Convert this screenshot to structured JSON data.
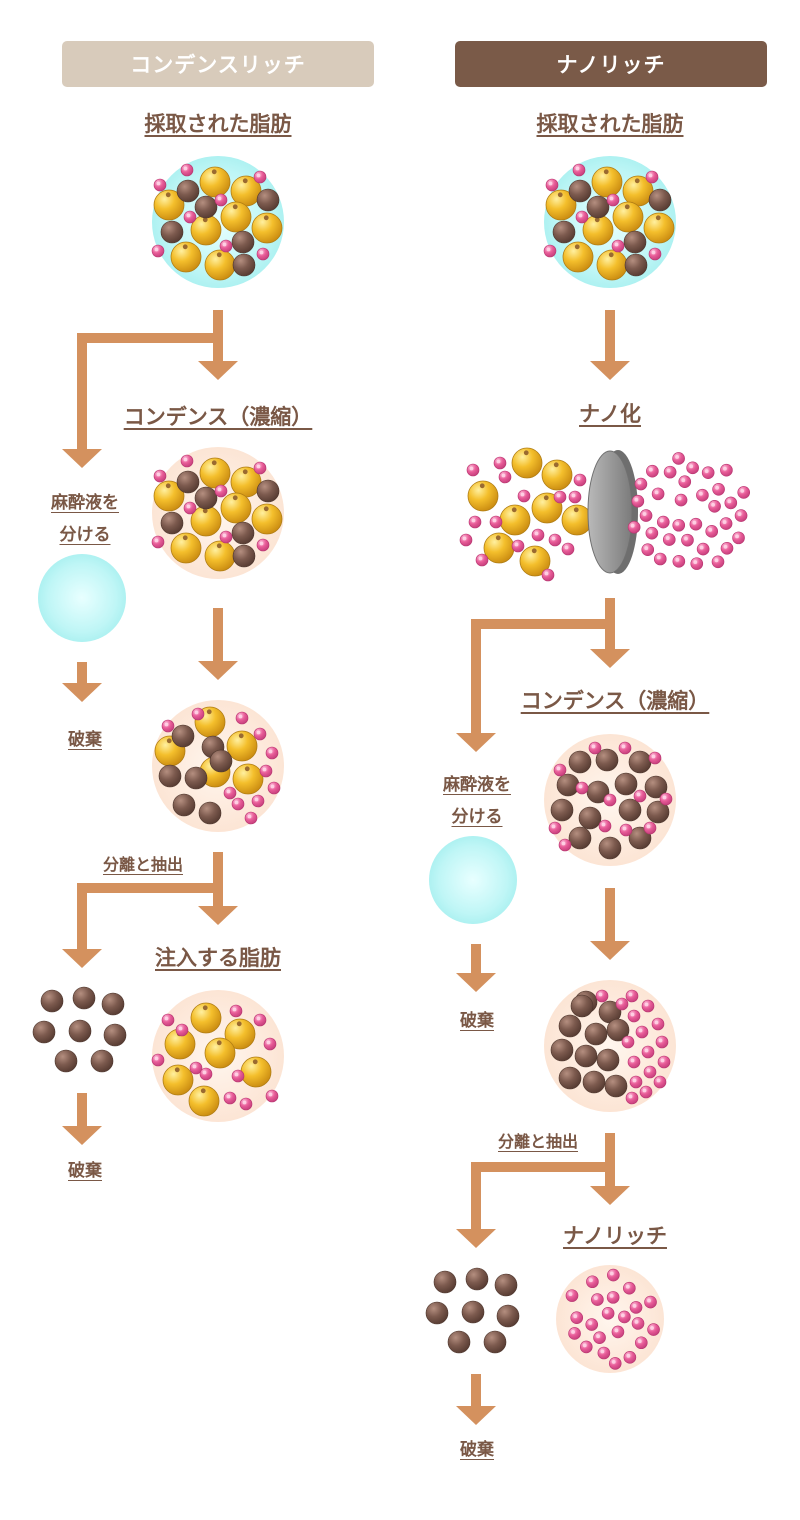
{
  "colors": {
    "arrow": "#d4915e",
    "label": "#7a5846",
    "header_left": "#d8cbbb",
    "header_right": "#7a5a48",
    "fat_cell": "#f2b928",
    "dead_cell": "#7c5a4e",
    "stem_cell": "#e55a96",
    "fluid": "#b2f4f4",
    "background_blob": "#fde9da",
    "filter": "#8f8f8f"
  },
  "left": {
    "header": "コンデンスリッチ",
    "collected": "採取された脂肪",
    "condense": "コンデンス（濃縮）",
    "anesthesia_line1": "麻酔液を",
    "anesthesia_line2": "分ける",
    "discard_1": "破棄",
    "separation": "分離と抽出",
    "injected": "注入する脂肪",
    "discard_2": "破棄"
  },
  "right": {
    "header": "ナノリッチ",
    "collected": "採取された脂肪",
    "nano": "ナノ化",
    "condense": "コンデンス（濃縮）",
    "anesthesia_line1": "麻酔液を",
    "anesthesia_line2": "分ける",
    "discard_1": "破棄",
    "separation": "分離と抽出",
    "nanorich": "ナノリッチ",
    "discard_2": "破棄"
  }
}
